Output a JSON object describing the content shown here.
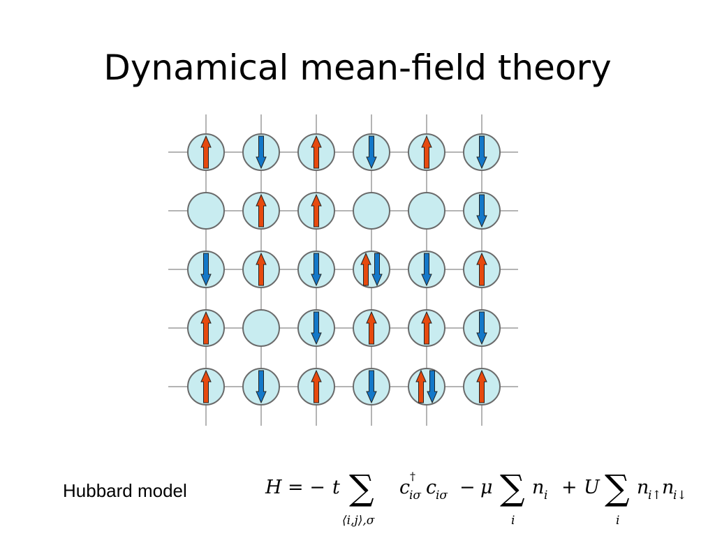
{
  "title": "Dynamical mean-field theory",
  "caption": "Hubbard model",
  "colors": {
    "site_fill": "#c8ecf0",
    "site_stroke": "#6a6a6a",
    "grid_line": "#b4b4b4",
    "spin_up": "#e64a0f",
    "spin_down": "#1478c8",
    "arrow_outline": "#222222"
  },
  "lattice": {
    "rows": [
      [
        "up",
        "down",
        "up",
        "down",
        "up",
        "down"
      ],
      [
        "empty",
        "up",
        "up",
        "empty",
        "empty",
        "down"
      ],
      [
        "down",
        "up",
        "down",
        "double",
        "down",
        "up"
      ],
      [
        "up",
        "empty",
        "down",
        "up",
        "up",
        "down"
      ],
      [
        "up",
        "down",
        "up",
        "down",
        "double",
        "up"
      ]
    ]
  },
  "formula": {
    "H": "H",
    "eq_minus": "= −",
    "t": "t",
    "sum": "∑",
    "sum1_under": "⟨i,j⟩,σ",
    "c": "c",
    "dagger": "†",
    "sub_isigma": "iσ",
    "minus": "−",
    "mu": "μ",
    "n": "n",
    "sub_i": "i",
    "plus": "+",
    "U": "U",
    "sub_iup": "i↑",
    "sub_idown": "i↓",
    "sum_under_i": "i"
  }
}
